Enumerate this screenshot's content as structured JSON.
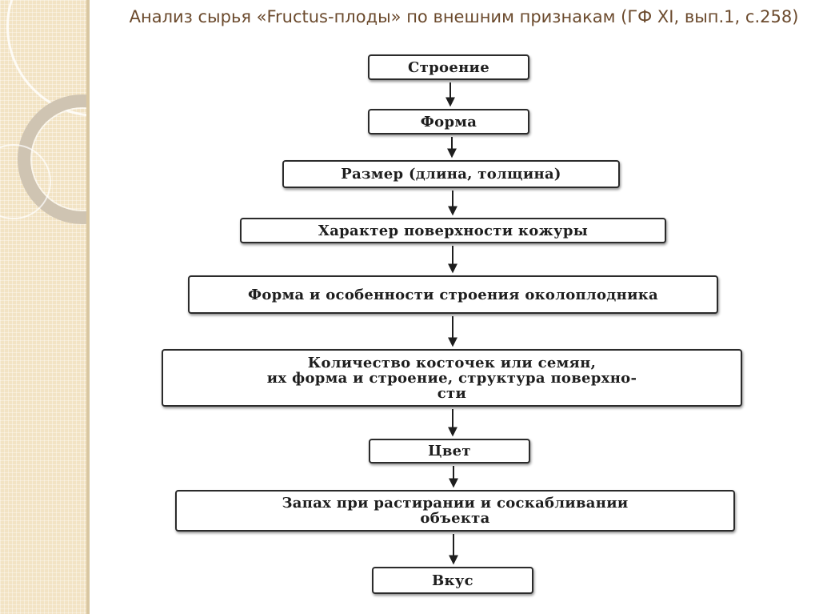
{
  "title": "Анализ сырья «Fructus-плоды» по внешним признакам (ГФ XI, вып.1, с.258)",
  "steps": [
    "Строение",
    "Форма",
    "Размер (длина, толщина)",
    "Характер поверхности кожуры",
    "Форма и особенности строения околоплодника",
    "Количество косточек или семян,\nих форма и строение, структура поверхно-\nсти",
    "Цвет",
    "Запах при растирании и соскабливании\nобъекта",
    "Вкус"
  ],
  "colors": {
    "title": "#6b4a2d",
    "box_border": "#2b2b2b",
    "strip": "#f2e3c4"
  }
}
